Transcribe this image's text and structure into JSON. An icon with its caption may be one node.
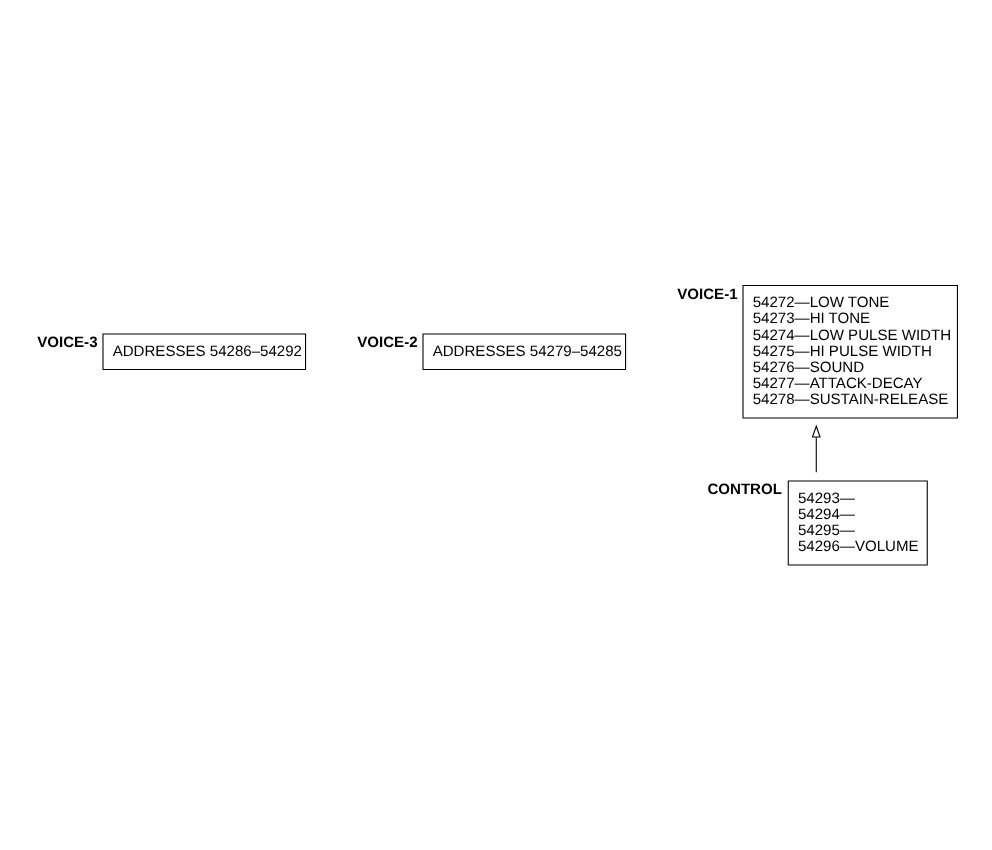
{
  "diagram": {
    "nodes": [
      {
        "text": [
          "VOICE-3",
          "ADDRESSES 54286–54292"
        ]
      },
      {
        "text": [
          "VOICE-2",
          "ADDRESSES 54279–54285"
        ]
      },
      {
        "text": [
          "VOICE-1",
          "54272—LOW TONE",
          "54273—HI TONE",
          "54274—LOW PULSE WIDTH",
          "54275—HI PULSE WIDTH",
          "54276—SOUND",
          "54277—ATTACK-DECAY",
          "54278—SUSTAIN-RELEASE"
        ]
      },
      {
        "text": [
          "CONTROL",
          "54293—",
          "54294—",
          "54295—",
          "54296—VOLUME"
        ]
      }
    ],
    "edges": [
      {
        "from": 3,
        "to": 2,
        "arrow": "to"
      }
    ]
  }
}
